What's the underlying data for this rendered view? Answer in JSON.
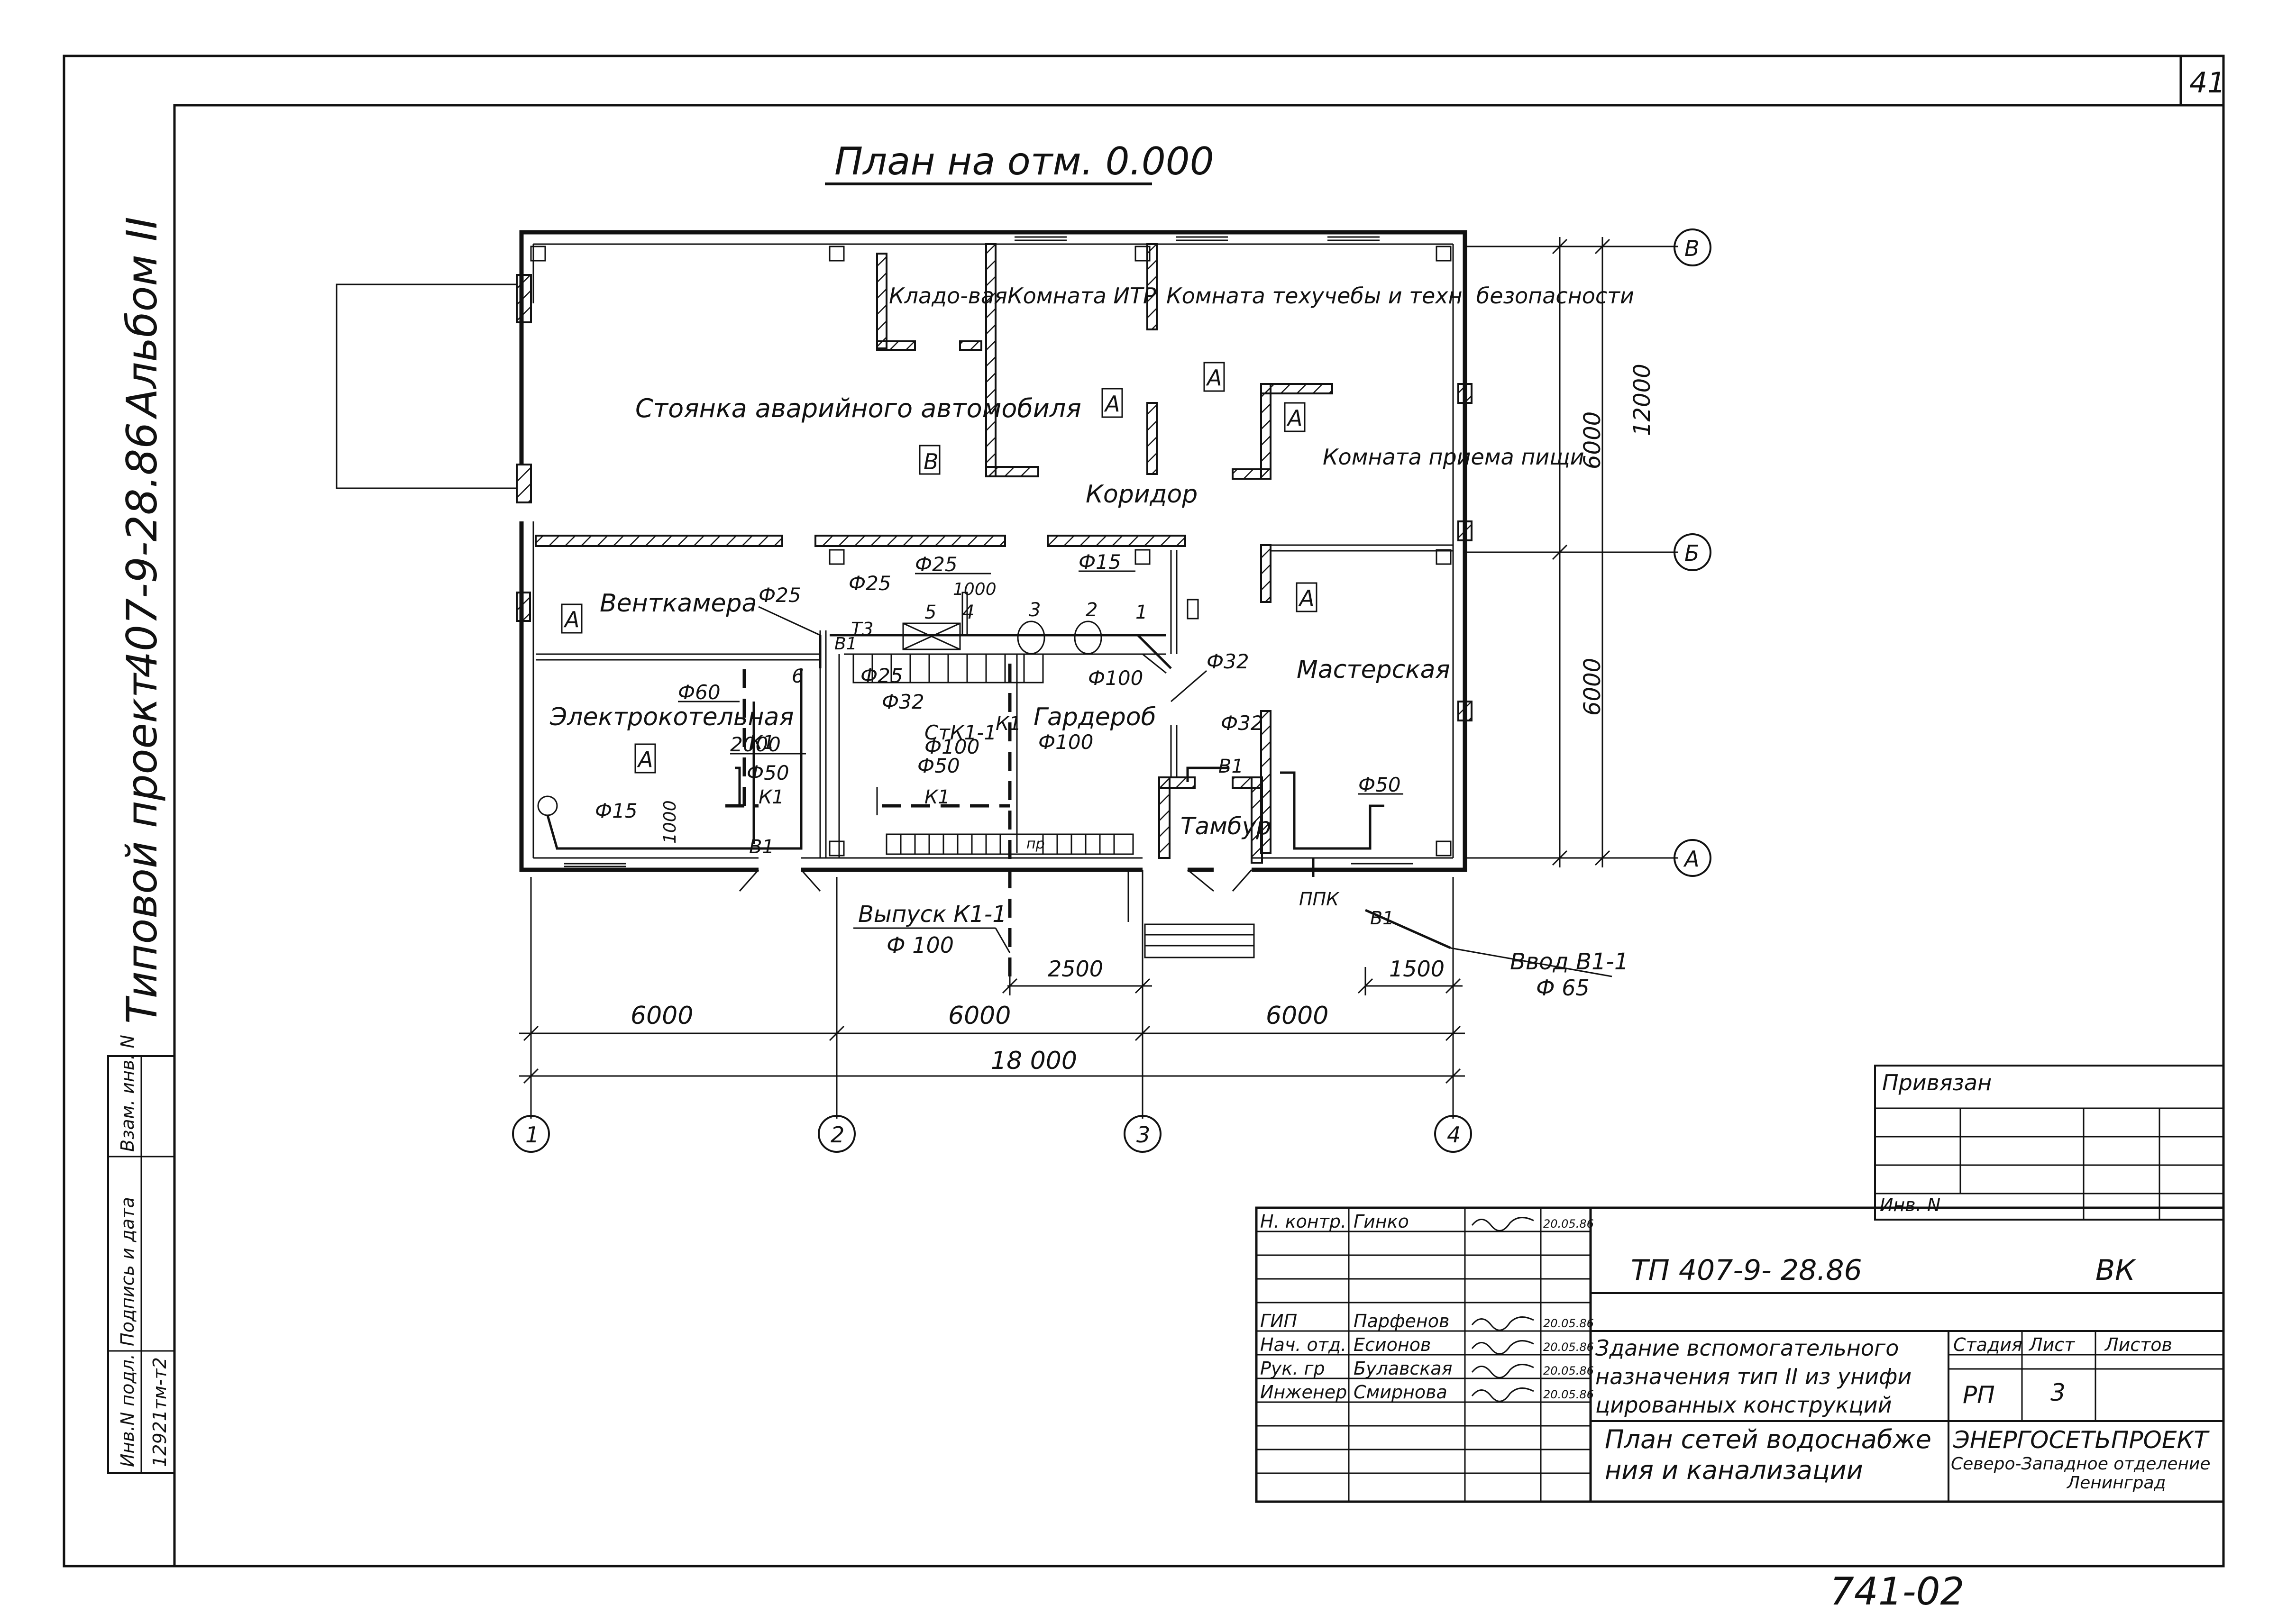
{
  "sheet_number": "41",
  "drawing_title": "План на отм. 0.000",
  "side": {
    "project_label": "Типовой проект",
    "project_code": "407-9-28.86",
    "album": "Альбом II"
  },
  "rooms": {
    "parking": "Стоянка аварийного автомобиля",
    "storage": "Кладо-вая",
    "itr": "Комната ИТР",
    "tech_room": "Комната техучебы и техн. безопасности",
    "corridor": "Коридор",
    "meal_room": "Комната приема пищи",
    "vent": "Венткамера",
    "boiler": "Электрокотельная",
    "wardrobe": "Гардероб",
    "workshop": "Мастерская",
    "vestibule": "Тамбур"
  },
  "category_marks": {
    "a": "А",
    "v": "В"
  },
  "pipe_labels": {
    "d25": "Ф25",
    "d15": "Ф15",
    "d32": "Ф32",
    "d50": "Ф50",
    "d60": "Ф60",
    "d100": "Ф100",
    "v1": "В1",
    "k1": "К1",
    "t3": "Т3",
    "stk": "СтК1-1",
    "pr": "пр",
    "ppk": "ППК",
    "n1": "1",
    "n2": "2",
    "n3": "3",
    "n4": "4",
    "n5": "5",
    "n6": "6"
  },
  "outlets": {
    "sewer": "Выпуск К1-1",
    "sewer_d": "Ф 100",
    "water": "Ввод В1-1",
    "water_d": "Ф 65"
  },
  "dims": {
    "bay": "6000",
    "total": "18 000",
    "d2500": "2500",
    "d1500": "1500",
    "d1000": "1000",
    "d2000": "2000",
    "depth_total": "12000",
    "d1000b": "1000"
  },
  "grid_axes": {
    "x": [
      "1",
      "2",
      "3",
      "4"
    ],
    "y": [
      "В",
      "Б",
      "А"
    ]
  },
  "binding": {
    "attached": "Привязан",
    "inv_no": "Инв. N"
  },
  "left_stamp": {
    "inv": "Инв.N подл.",
    "sign": "Подпись и дата",
    "replace": "Взам. инв. N",
    "inv_value": "12921тм-т2"
  },
  "title_block": {
    "roles": [
      "Н. контр.",
      "ГИП",
      "Нач. отд.",
      "Рук. гр",
      "Инженер"
    ],
    "names": [
      "Гинко",
      "Парфенов",
      "Есионов",
      "Булавская",
      "Смирнова"
    ],
    "dates": [
      "20.05.86",
      "20.05.86",
      "20.05.86",
      "20.05.86",
      "20.05.86"
    ],
    "doc_code": "ТП     407-9- 28.86",
    "mark": "ВК",
    "object_lines": [
      "Здание вспомогательного",
      "назначения тип II из унифи",
      "цированных конструкций"
    ],
    "sheet_title_lines": [
      "План сетей водоснабже",
      "ния и канализации"
    ],
    "stage_label": "Стадия",
    "sheet_label": "Лист",
    "sheets_label": "Листов",
    "stage": "РП",
    "sheet": "3",
    "org_lines": [
      "ЭНЕРГОСЕТЬПРОЕКТ",
      "Северо-Западное отделение",
      "Ленинград"
    ]
  },
  "archive_number": "741-02"
}
